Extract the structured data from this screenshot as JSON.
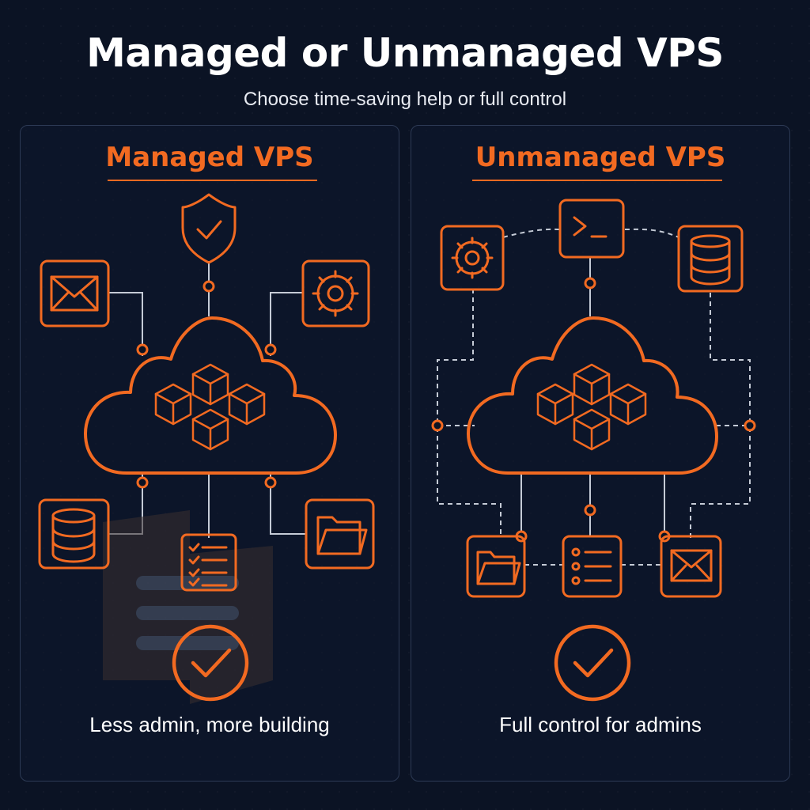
{
  "title": "Managed or Unmanaged VPS",
  "subtitle": "Choose time-saving help or full control",
  "colors": {
    "accent": "#f26a21",
    "background": "#0b1324",
    "connector": "#c5cbd6"
  },
  "panels": [
    {
      "heading": "Managed VPS",
      "caption": "Less admin, more building",
      "center_icon": "cloud-with-cubes-icon",
      "node_icons": [
        "shield-check-icon",
        "mail-icon",
        "gear-icon",
        "database-icon",
        "checklist-icon",
        "folder-icon"
      ],
      "result_icon": "check-circle-icon",
      "connector_style": "solid"
    },
    {
      "heading": "Unmanaged VPS",
      "caption": "Full control for admins",
      "center_icon": "cloud-with-cubes-icon",
      "node_icons": [
        "terminal-icon",
        "gear-icon",
        "database-icon",
        "folder-icon",
        "list-icon",
        "mail-icon"
      ],
      "result_icon": "check-circle-icon",
      "connector_style": "dashed"
    }
  ]
}
